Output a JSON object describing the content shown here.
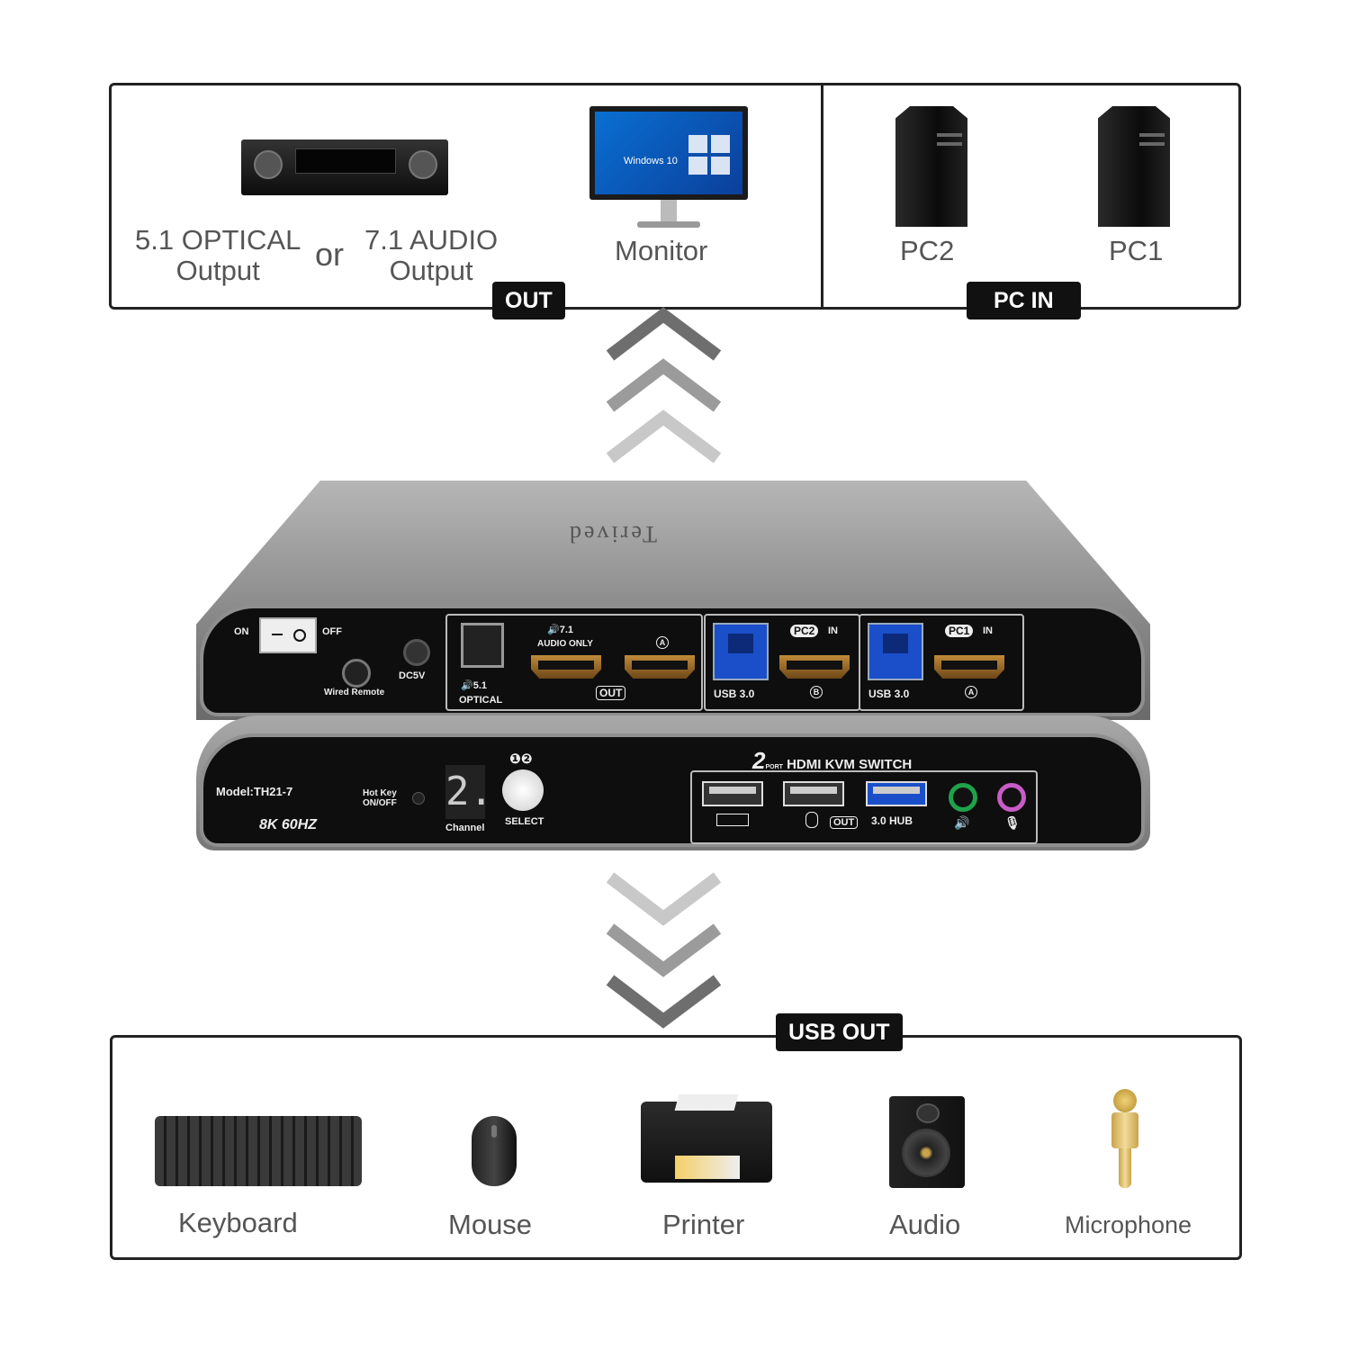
{
  "top_section": {
    "out_tag": "OUT",
    "pc_in_tag": "PC IN",
    "optical_label": "5.1 OPTICAL\nOutput",
    "or_label": "or",
    "audio71_label": "7.1 AUDIO\nOutput",
    "monitor_label": "Monitor",
    "monitor_screen_text": "Windows 10",
    "pc2_label": "PC2",
    "pc1_label": "PC1"
  },
  "device": {
    "brand": "Terived",
    "upper_panel": {
      "on": "ON",
      "off": "OFF",
      "wired_remote": "Wired Remote",
      "dc5v": "DC5V",
      "optical_51": "5.1",
      "optical": "OPTICAL",
      "audio_71": "7.1",
      "audio_only": "AUDIO ONLY",
      "out": "OUT",
      "port_a": "A",
      "port_b": "B",
      "pc2_in_badge": "PC2",
      "pc1_in_badge": "PC1",
      "in": "IN",
      "usb30_left": "USB 3.0",
      "usb30_right": "USB 3.0"
    },
    "lower_panel": {
      "model": "Model:TH21-7",
      "spec": "8K 60HZ",
      "hotkey": "Hot Key\nON/OFF",
      "channel_digit": "2.",
      "channel": "Channel",
      "select_numbers": "❶❷",
      "select": "SELECT",
      "title_port_count": "2",
      "title_port": "PORT",
      "title": "HDMI KVM SWITCH",
      "out": "OUT",
      "hub": "3.0 HUB"
    }
  },
  "bottom_section": {
    "usb_out_tag": "USB OUT",
    "keyboard_label": "Keyboard",
    "mouse_label": "Mouse",
    "printer_label": "Printer",
    "audio_label": "Audio",
    "microphone_label": "Microphone"
  },
  "colors": {
    "tag_bg": "#111111",
    "label_text": "#555555",
    "device_silver": "#9a9a9a",
    "panel_black": "#111111",
    "hdmi_gold": "#b07a2e",
    "usb3_blue": "#1a4fc9",
    "jack_green": "#1fa24a",
    "jack_pink": "#c85cc6"
  }
}
